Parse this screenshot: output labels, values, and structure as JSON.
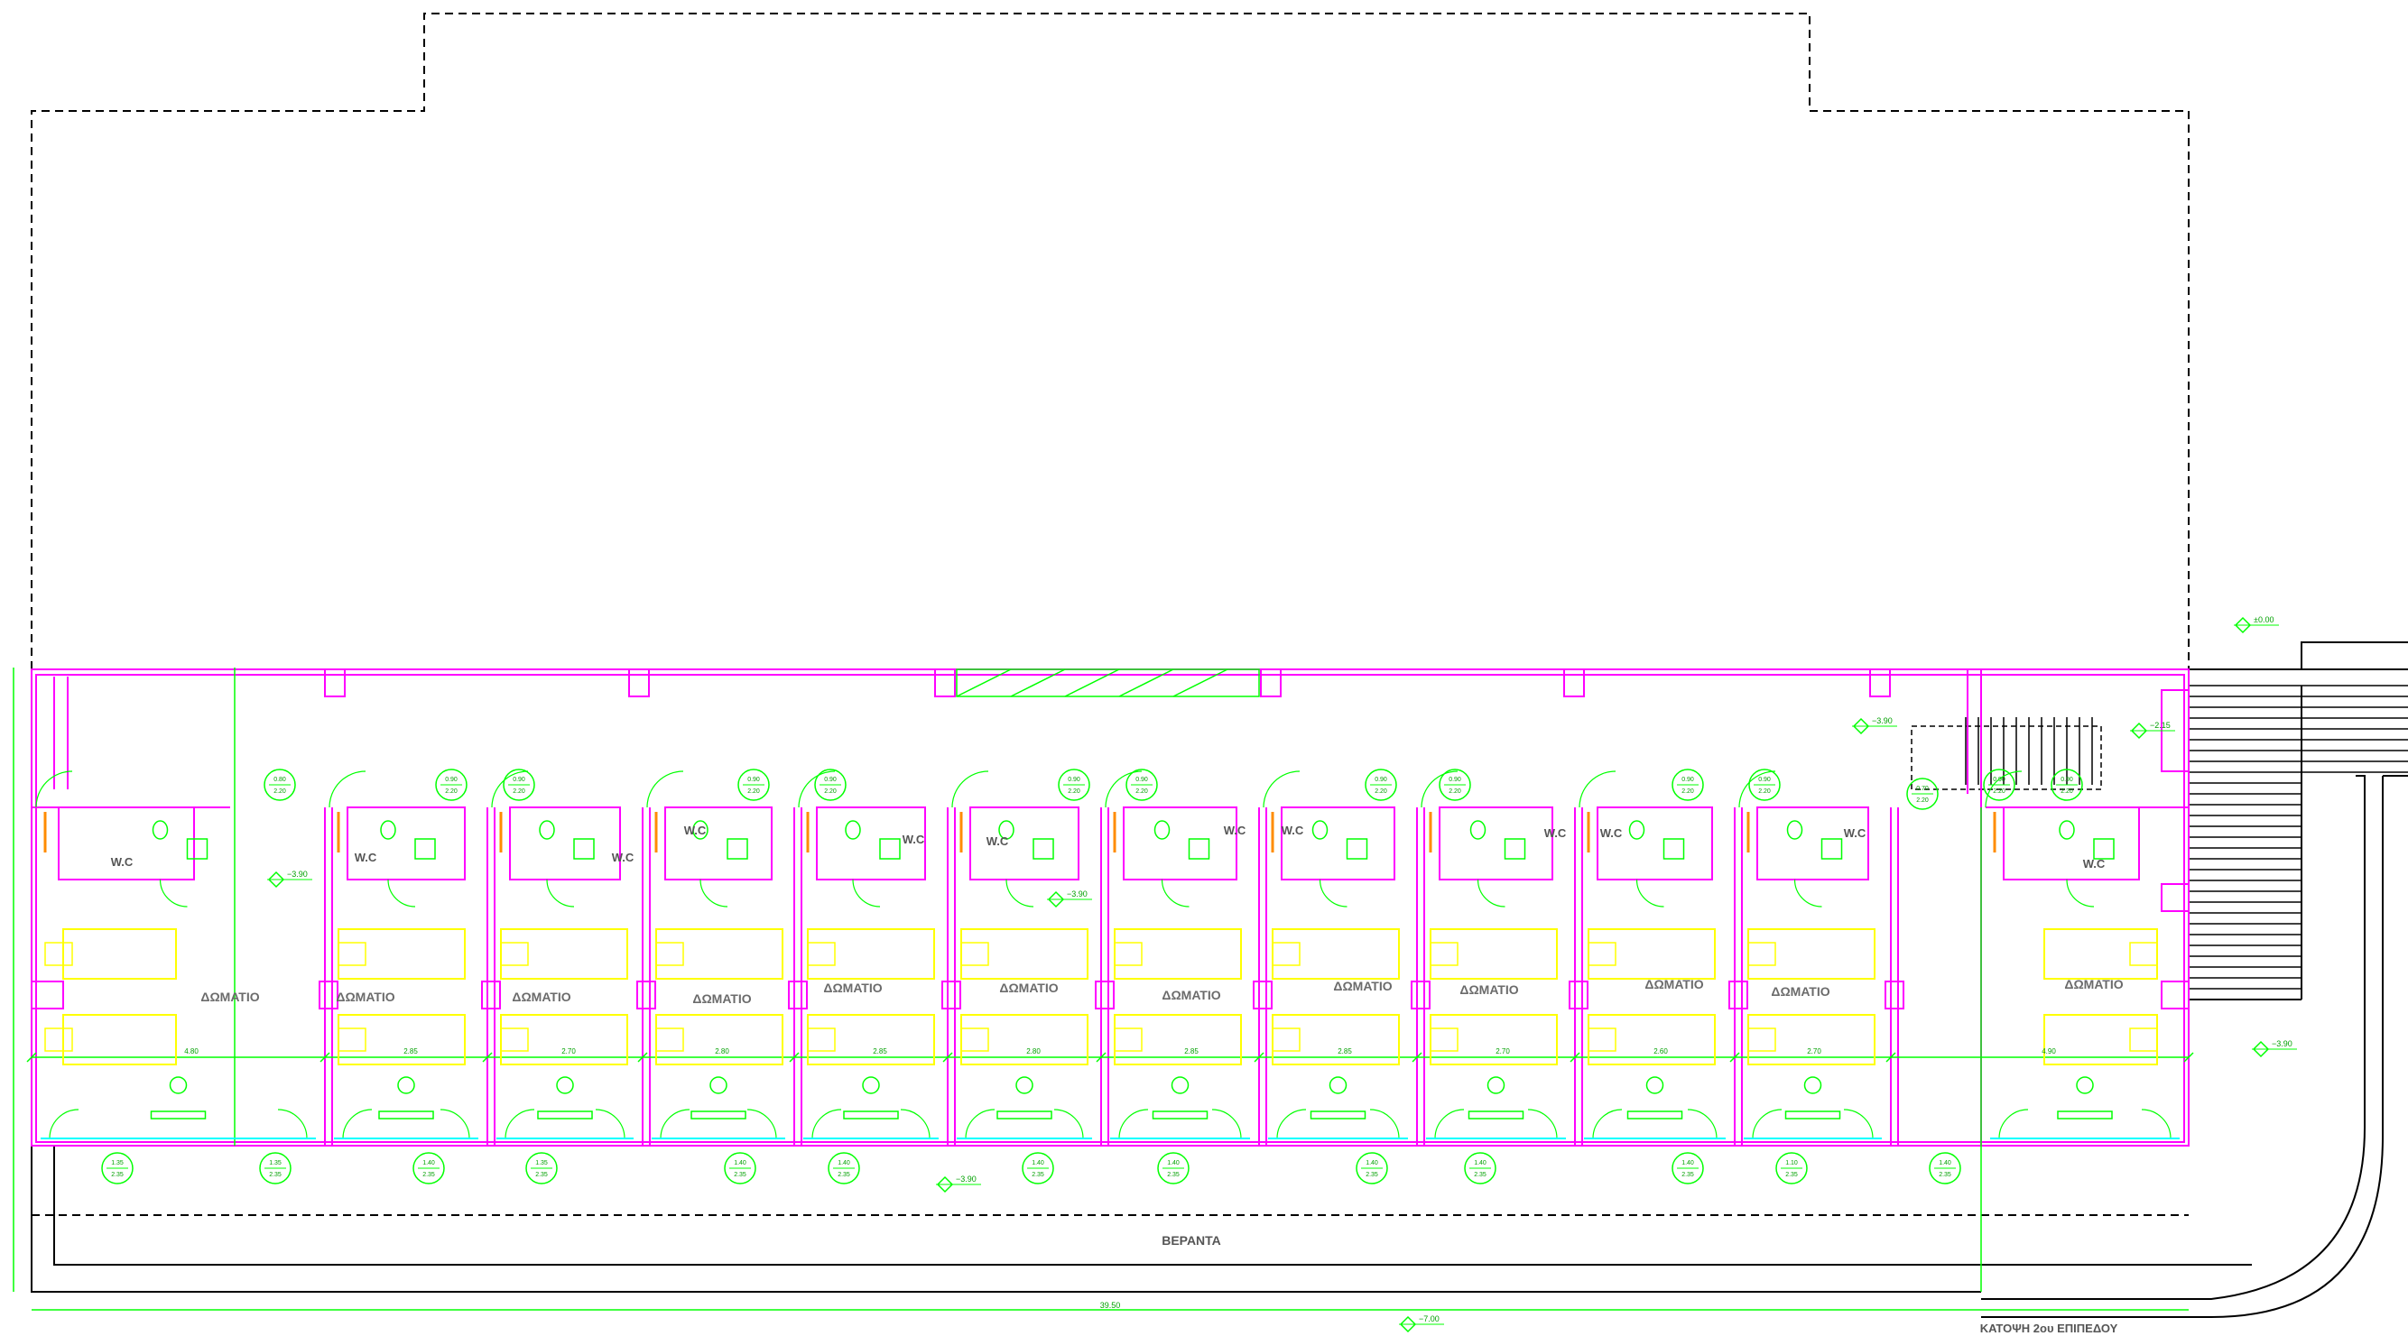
{
  "plan_title": "ΚΑΤΟΨΗ 2ου ΕΠΙΠΕΔΟΥ",
  "veranda_label": "ΒΕΡΑΝΤΑ",
  "room_label": "ΔΩΜΑΤΙΟ",
  "wc_label": "W.C",
  "colors": {
    "walls": "#ff00ff",
    "dims": "#00ff00",
    "furniture": "#ffff00",
    "outline": "#000000",
    "door": "#ff8c00"
  },
  "rooms": [
    "ΔΩΜΑΤΙΟ",
    "ΔΩΜΑΤΙΟ",
    "ΔΩΜΑΤΙΟ",
    "ΔΩΜΑΤΙΟ",
    "ΔΩΜΑΤΙΟ",
    "ΔΩΜΑΤΙΟ",
    "ΔΩΜΑΤΙΟ",
    "ΔΩΜΑΤΙΟ",
    "ΔΩΜΑΤΙΟ",
    "ΔΩΜΑΤΙΟ",
    "ΔΩΜΑΤΙΟ",
    "ΔΩΜΑΤΙΟ"
  ],
  "levels": [
    "±0.00",
    "−3.90",
    "−3.90",
    "−3.90",
    "−3.90",
    "−7.00",
    "−2.15",
    "−3.90"
  ],
  "overall_dimension": "39.50",
  "room_widths": [
    "4.80",
    "2.85",
    "2.70",
    "2.80",
    "2.85",
    "2.80",
    "2.85",
    "2.85",
    "2.70",
    "2.60",
    "2.70",
    "4.90"
  ],
  "door_tags": [
    "0.80/2.20",
    "0.90/2.20",
    "0.90/2.20",
    "0.90/2.20",
    "0.90/2.20",
    "0.90/2.20",
    "0.90/2.20",
    "0.90/2.20",
    "0.90/2.20",
    "0.90/2.20",
    "0.90/2.20",
    "0.90/2.20",
    "0.90/2.20",
    "0.70/2.20"
  ],
  "window_tags": [
    "1.35/2.35",
    "1.35/2.35",
    "1.40/2.35",
    "1.35/2.35",
    "1.40/2.35",
    "1.40/2.35",
    "1.40/2.35",
    "1.40/2.35",
    "1.40/2.35",
    "1.40/2.35",
    "1.40/2.35",
    "1.10/2.35",
    "1.40/2.35"
  ]
}
